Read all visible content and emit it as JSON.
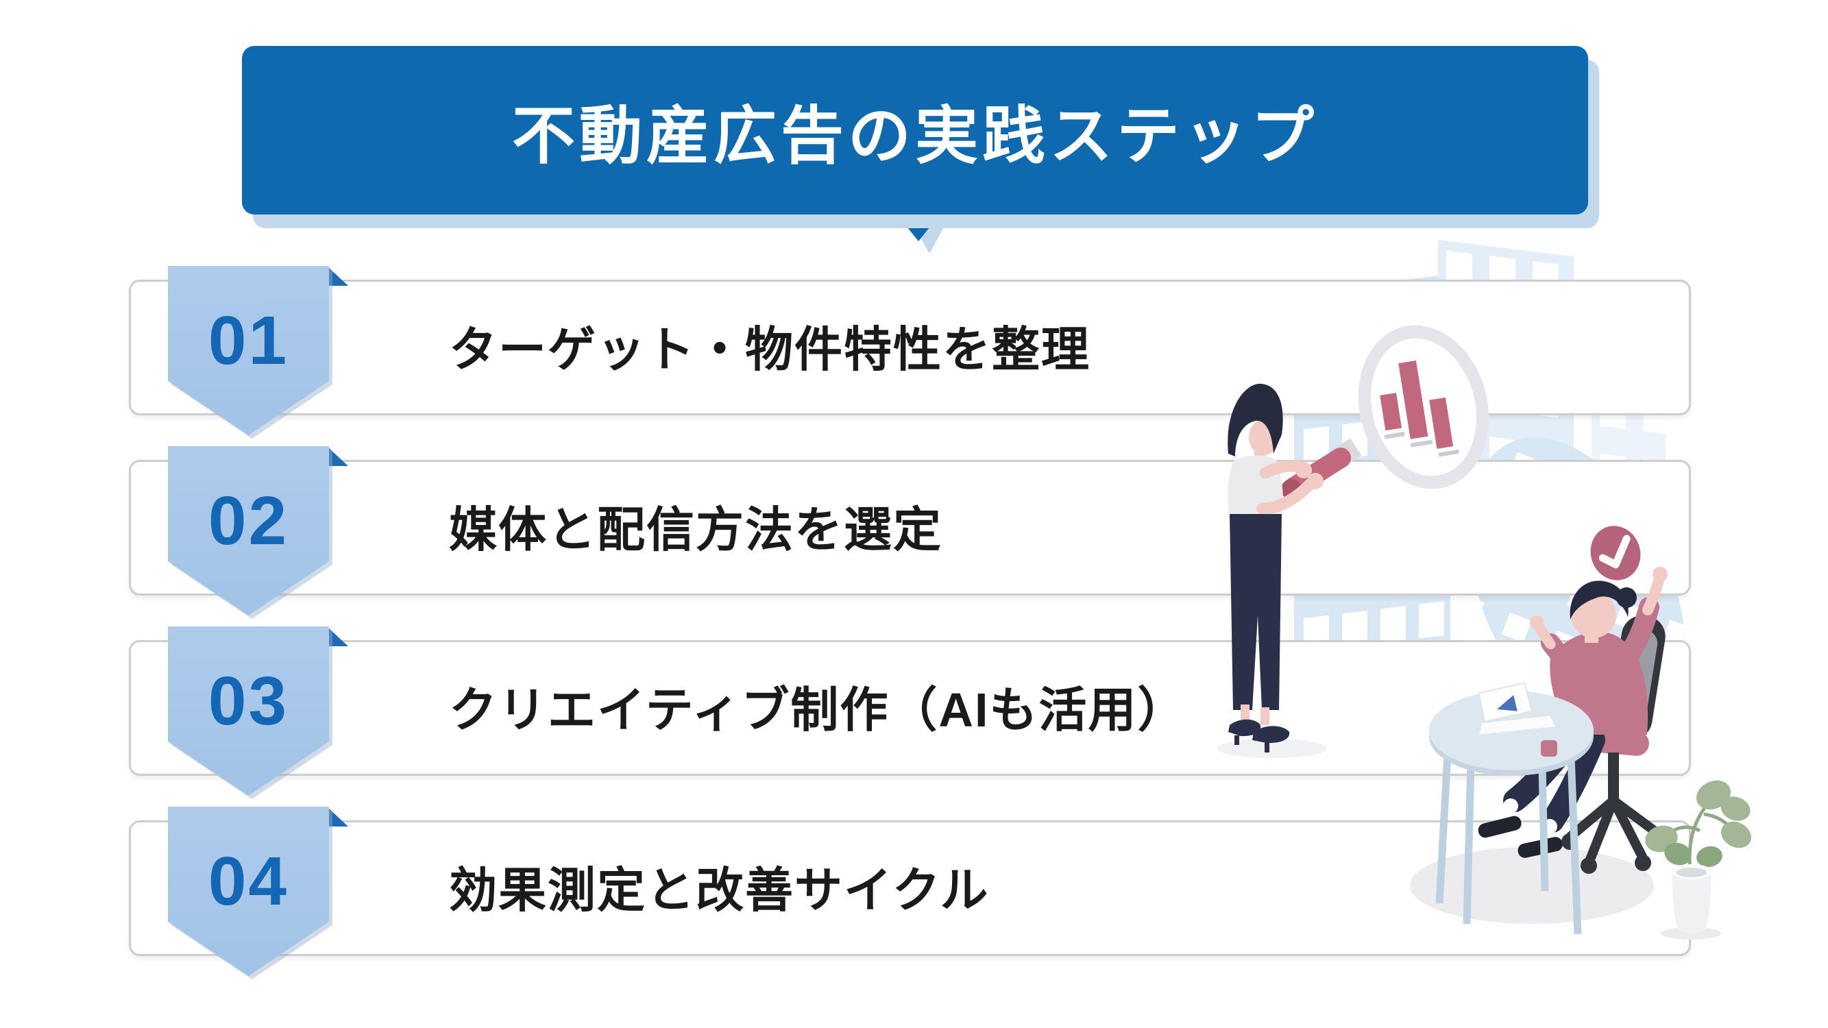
{
  "title": {
    "text": "不動産広告の実践ステップ"
  },
  "steps": [
    {
      "number": "01",
      "label": "ターゲット・物件特性を整理"
    },
    {
      "number": "02",
      "label": "媒体と配信方法を選定"
    },
    {
      "number": "03",
      "label": "クリエイティブ制作（AIも活用）"
    },
    {
      "number": "04",
      "label": "効果測定と改善サイクル"
    }
  ],
  "colors": {
    "banner-blue": "#0f69af",
    "banner-shadow": "#c3d9eb",
    "badge-fill": "#a8c7e9",
    "badge-number": "#1467b5",
    "row-border": "#cdcdcd",
    "label-text": "#1a1a1a",
    "illustration-pink": "#c2687e",
    "illustration-navy": "#2a3049",
    "building-blue": "#d8e7f4",
    "plant-green": "#a3b797"
  },
  "illustrations": {
    "left-figure": "woman-holding-magnifying-glass-over-bar-chart",
    "right-figure": "woman-celebrating-at-desk-with-laptop",
    "background": "light-blue-buildings",
    "accents": [
      "check-mark-badge",
      "potted-plant",
      "office-chair"
    ]
  }
}
